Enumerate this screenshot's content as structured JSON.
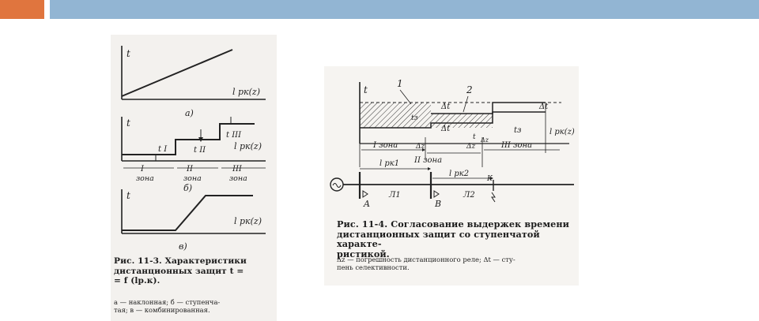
{
  "colors": {
    "accent": "#e0753e",
    "title_bar": "#92b5d3"
  },
  "left_figure": {
    "graph_a": {
      "y_axis": "t",
      "x_axis": "l рк(z)",
      "tag": "а)"
    },
    "graph_b": {
      "y_axis": "t",
      "x_axis": "l рк(z)",
      "tag": "б)",
      "t1": "t I",
      "t2": "t II",
      "t3": "t III",
      "zone1": "I",
      "zone2": "II",
      "zone3": "III",
      "zone_word": "зона"
    },
    "graph_c": {
      "y_axis": "t",
      "x_axis": "l рк(z)",
      "tag": "в)"
    },
    "caption_line1": "Рис. 11-3. Характеристики",
    "caption_line2": "дистанционных защит t =",
    "caption_line3": "= f (lр.к).",
    "note_line1": "а — наклонная;   б — ступенча-",
    "note_line2": "тая; в — комбинированная."
  },
  "right_figure": {
    "y_axis": "t",
    "label1": "1",
    "label2": "2",
    "dt": "Δt",
    "tz": "tз",
    "t_curve": "t",
    "dz": "Δz",
    "x_axis": "l рк(z)",
    "zone1": "I зона",
    "zone2": "II зона",
    "zone3": "III зона",
    "len1": "l рк1",
    "len2": "l рк2",
    "bus_a": "A",
    "bus_b": "B",
    "point_k": "K",
    "line1": "Л1",
    "line2": "Л2",
    "caption_line1": "Рис. 11-4. Согласование выдержек времени",
    "caption_line2": "дистанционных защит со ступенчатой характе-",
    "caption_line3": "ристикой.",
    "note_line1": "Δz — погрешность дистанционного реле;  Δt — сту-",
    "note_line2": "пень селективности."
  }
}
